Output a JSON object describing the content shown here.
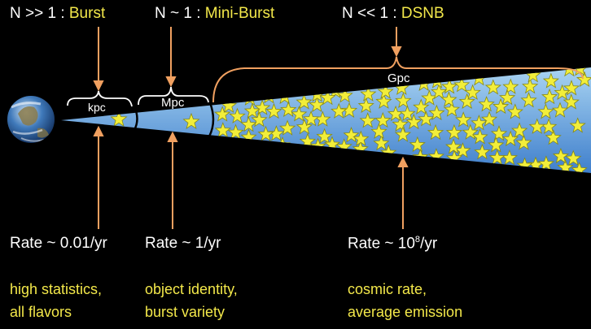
{
  "colors": {
    "background": "#000000",
    "cone_top": "#a9d4f2",
    "cone_bottom": "#3f7fcc",
    "star_fill": "#f2ee3a",
    "star_stroke": "#8a8a10",
    "arrow": "#f0a060",
    "label_white": "#ffffff",
    "label_yellow": "#f3e84a"
  },
  "icons": {
    "earth": "earth-globe-icon",
    "star": "star-icon"
  },
  "regimes": [
    {
      "prefix": "N >> 1 : ",
      "name": "Burst",
      "scale": "kpc",
      "rate": {
        "base": "Rate ~ 0.01/yr",
        "exp": "",
        "unit": ""
      },
      "note": [
        "high statistics,",
        "all flavors"
      ],
      "star_count": 1
    },
    {
      "prefix": "N ~ 1 : ",
      "name": "Mini-Burst",
      "scale": "Mpc",
      "rate": {
        "base": "Rate ~ 1/yr",
        "exp": "",
        "unit": ""
      },
      "note": [
        "object identity,",
        "burst variety"
      ],
      "star_count": 1
    },
    {
      "prefix": "N << 1 : ",
      "name": "DSNB",
      "scale": "Gpc",
      "rate": {
        "base": "Rate ~ 10",
        "exp": "8",
        "unit": "/yr"
      },
      "note": [
        "cosmic rate,",
        "average emission"
      ],
      "star_count": 120
    }
  ]
}
